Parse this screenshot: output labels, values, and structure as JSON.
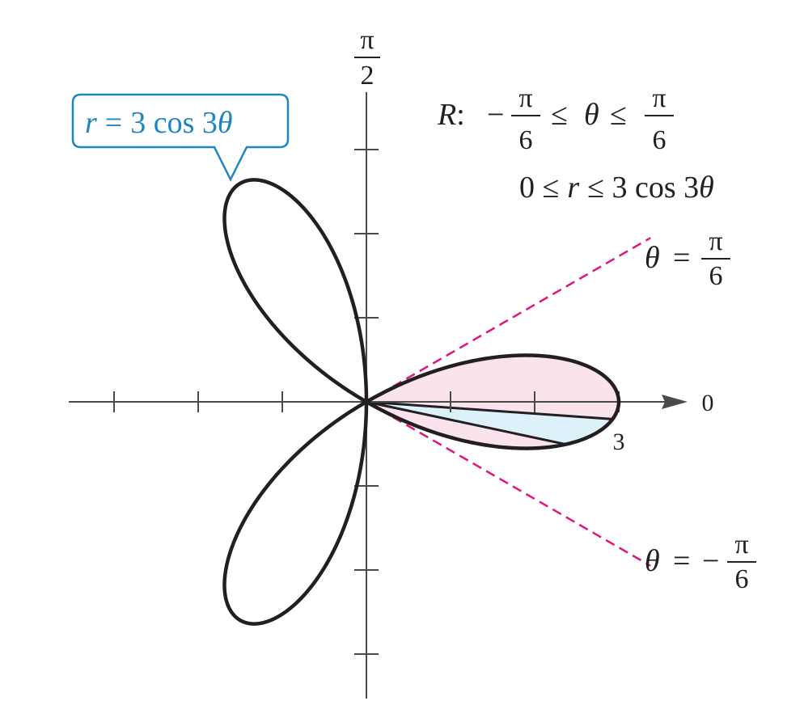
{
  "diagram": {
    "curve_equation": {
      "r": "r",
      "eq": "=",
      "rhs": "3 cos 3",
      "theta": "θ"
    },
    "region_label": {
      "R": "R",
      "colon": ":",
      "minus": "−",
      "pi": "π",
      "den": "6",
      "le1": "≤",
      "theta": "θ",
      "le2": "≤",
      "line2_left": "0 ≤",
      "line2_r": "r",
      "line2_mid": "≤ 3 cos 3",
      "line2_theta": "θ"
    },
    "angle_upper": {
      "theta": "θ",
      "eq": "=",
      "pi": "π",
      "den": "6"
    },
    "angle_lower": {
      "theta": "θ",
      "eq": "=",
      "minus": "−",
      "pi": "π",
      "den": "6"
    },
    "axis_top_label": {
      "pi": "π",
      "den": "2"
    },
    "axis_right_label": "0",
    "tick_label": "3"
  },
  "colors": {
    "curve": "#231f20",
    "boundary_rays": "#e0197d",
    "region_fill": "#fbe3ee",
    "sector_fill": "#dcf1fa",
    "callout": "#1f86c3",
    "axis": "#4a4a4a"
  }
}
